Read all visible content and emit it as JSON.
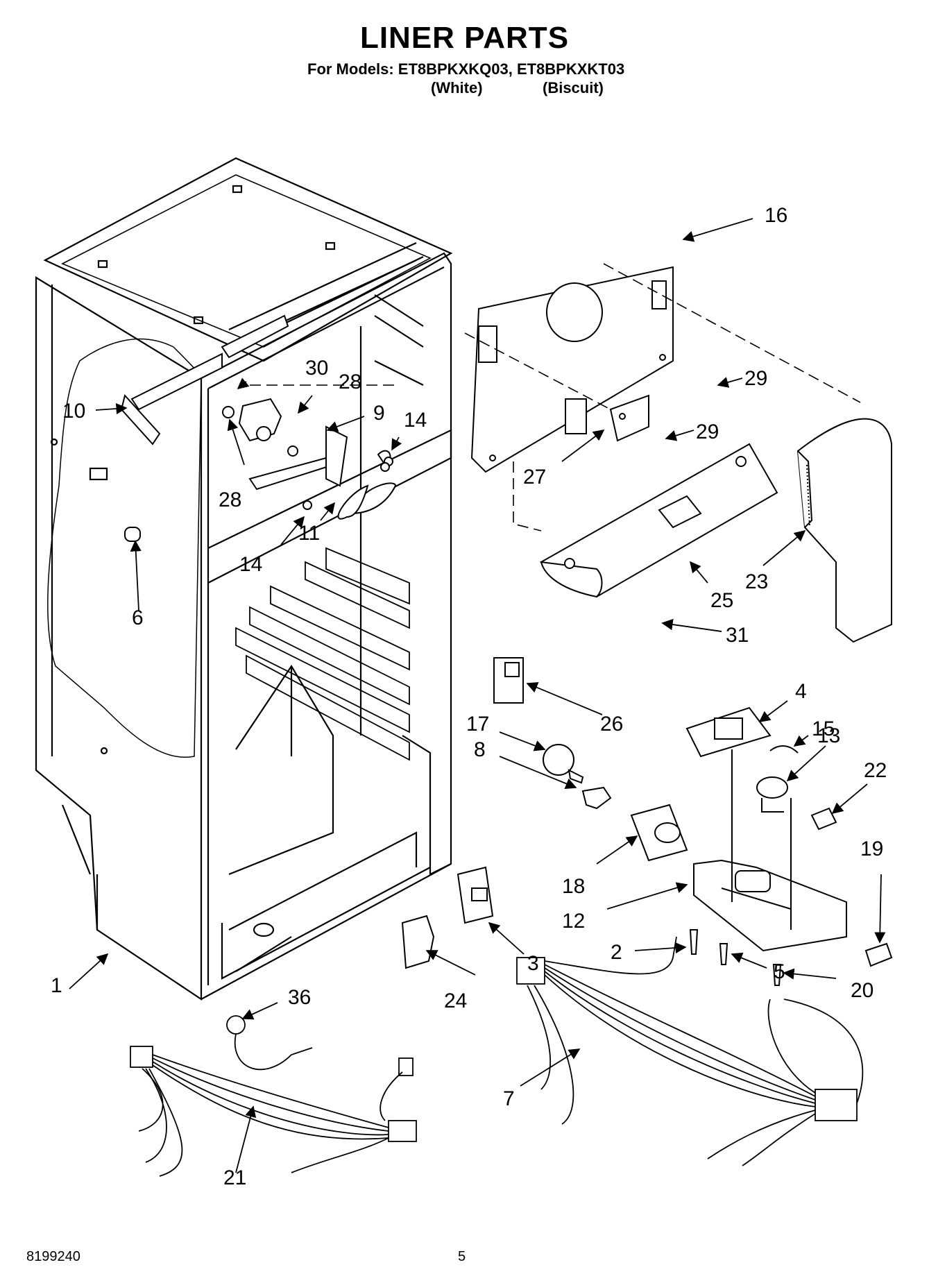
{
  "header": {
    "title": "LINER PARTS",
    "models": "For Models: ET8BPKXKQ03, ET8BPKXKT03",
    "variant_white": "(White)",
    "variant_biscuit": "(Biscuit)"
  },
  "footer": {
    "doc_number": "8199240",
    "page_number": "5"
  },
  "callouts": {
    "c1": "1",
    "c2": "2",
    "c3": "3",
    "c4": "4",
    "c5": "5",
    "c6": "6",
    "c7": "7",
    "c8": "8",
    "c9": "9",
    "c10": "10",
    "c11": "11",
    "c12": "12",
    "c13": "13",
    "c14a": "14",
    "c14b": "14",
    "c15": "15",
    "c16": "16",
    "c17": "17",
    "c18": "18",
    "c19": "19",
    "c20": "20",
    "c21": "21",
    "c22": "22",
    "c23": "23",
    "c24": "24",
    "c25": "25",
    "c26": "26",
    "c27": "27",
    "c28a": "28",
    "c28b": "28",
    "c29a": "29",
    "c29b": "29",
    "c30": "30",
    "c31": "31",
    "c36": "36"
  }
}
